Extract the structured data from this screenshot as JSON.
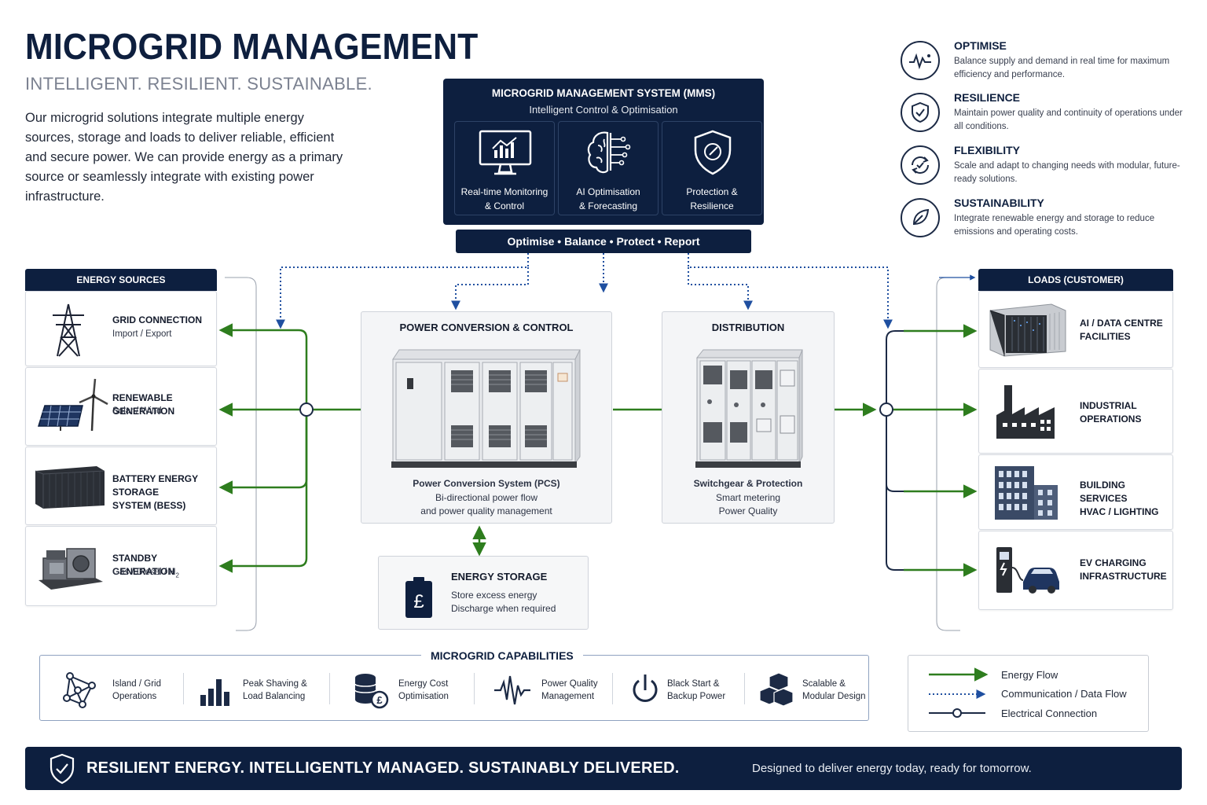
{
  "header": {
    "title": "MICROGRID MANAGEMENT",
    "subtitle": "INTELLIGENT. RESILIENT. SUSTAINABLE.",
    "intro": "Our microgrid solutions integrate multiple energy sources, storage and loads to deliver reliable, efficient and secure power. We can provide energy as a primary source or seamlessly integrate with existing power infrastructure."
  },
  "features": [
    {
      "title": "OPTIMISE",
      "desc": "Balance supply and demand in real time for maximum efficiency and performance.",
      "icon": "optimise-pulse-icon"
    },
    {
      "title": "RESILIENCE",
      "desc": "Maintain power quality and continuity of operations under all conditions.",
      "icon": "resilience-shield-icon"
    },
    {
      "title": "FLEXIBILITY",
      "desc": "Scale and adapt to changing needs with modular, future-ready solutions.",
      "icon": "flexibility-arrows-icon"
    },
    {
      "title": "SUSTAINABILITY",
      "desc": "Integrate renewable energy and storage to reduce emissions and operating costs.",
      "icon": "sustainability-leaf-icon"
    }
  ],
  "mms": {
    "title": "MICROGRID MANAGEMENT SYSTEM (MMS)",
    "subtitle": "Intelligent Control & Optimisation",
    "cells": [
      {
        "line1": "Real-time Monitoring",
        "line2": "& Control",
        "icon": "monitor-chart-icon"
      },
      {
        "line1": "AI Optimisation",
        "line2": "& Forecasting",
        "icon": "ai-brain-icon"
      },
      {
        "line1": "Protection &",
        "line2": "Resilience",
        "icon": "protection-shield-icon"
      }
    ],
    "bar": "Optimise • Balance • Protect • Report"
  },
  "sources": {
    "header": "ENERGY SOURCES",
    "items": [
      {
        "title": "GRID CONNECTION",
        "sub": "Import / Export",
        "icon": "transmission-tower-icon"
      },
      {
        "title": "RENEWABLE GENERATION",
        "sub": "Solar / Wind",
        "icon": "solar-wind-icon"
      },
      {
        "title": "BATTERY ENERGY STORAGE",
        "title2": "SYSTEM (BESS)",
        "icon": "battery-container-icon"
      },
      {
        "title": "STANDBY GENERATION",
        "sub": "Gas / Diesel / H",
        "sub_suffix": "2",
        "icon": "generator-icon"
      }
    ]
  },
  "pcs": {
    "title": "POWER CONVERSION & CONTROL",
    "cap1": "Power Conversion System (PCS)",
    "cap2": "Bi-directional power flow",
    "cap3": "and power quality management"
  },
  "distribution": {
    "title": "DISTRIBUTION",
    "cap1": "Switchgear & Protection",
    "cap2": "Smart metering",
    "cap3": "Power Quality"
  },
  "storage": {
    "title": "ENERGY STORAGE",
    "line1": "Store excess energy",
    "line2": "Discharge when required",
    "symbol": "£"
  },
  "loads": {
    "header": "LOADS (CUSTOMER)",
    "items": [
      {
        "line1": "AI / DATA CENTRE",
        "line2": "FACILITIES",
        "icon": "data-centre-icon"
      },
      {
        "line1": "INDUSTRIAL",
        "line2": "OPERATIONS",
        "icon": "factory-icon"
      },
      {
        "line1": "BUILDING SERVICES",
        "line2": "HVAC / LIGHTING",
        "icon": "buildings-icon"
      },
      {
        "line1": "EV CHARGING",
        "line2": "INFRASTRUCTURE",
        "icon": "ev-charging-icon"
      }
    ]
  },
  "capabilities": {
    "title": "MICROGRID CAPABILITIES",
    "items": [
      {
        "line1": "Island / Grid",
        "line2": "Operations",
        "icon": "network-nodes-icon"
      },
      {
        "line1": "Peak Shaving &",
        "line2": "Load Balancing",
        "icon": "bar-chart-icon"
      },
      {
        "line1": "Energy Cost",
        "line2": "Optimisation",
        "icon": "coins-pound-icon"
      },
      {
        "line1": "Power Quality",
        "line2": "Management",
        "icon": "waveform-icon"
      },
      {
        "line1": "Black Start &",
        "line2": "Backup Power",
        "icon": "power-button-icon"
      },
      {
        "line1": "Scalable &",
        "line2": "Modular Design",
        "icon": "cubes-icon"
      }
    ]
  },
  "legend": {
    "energy": "Energy Flow",
    "comm": "Communication / Data Flow",
    "elec": "Electrical Connection"
  },
  "footer": {
    "tagline": "RESILIENT ENERGY. INTELLIGENTLY MANAGED. SUSTAINABLY DELIVERED.",
    "right": "Designed to deliver energy today, ready for tomorrow."
  },
  "colors": {
    "navy": "#0d1f3f",
    "energy_green": "#2e7d1e",
    "comm_blue": "#1f4fa0",
    "panel_grey": "#f4f5f7"
  }
}
